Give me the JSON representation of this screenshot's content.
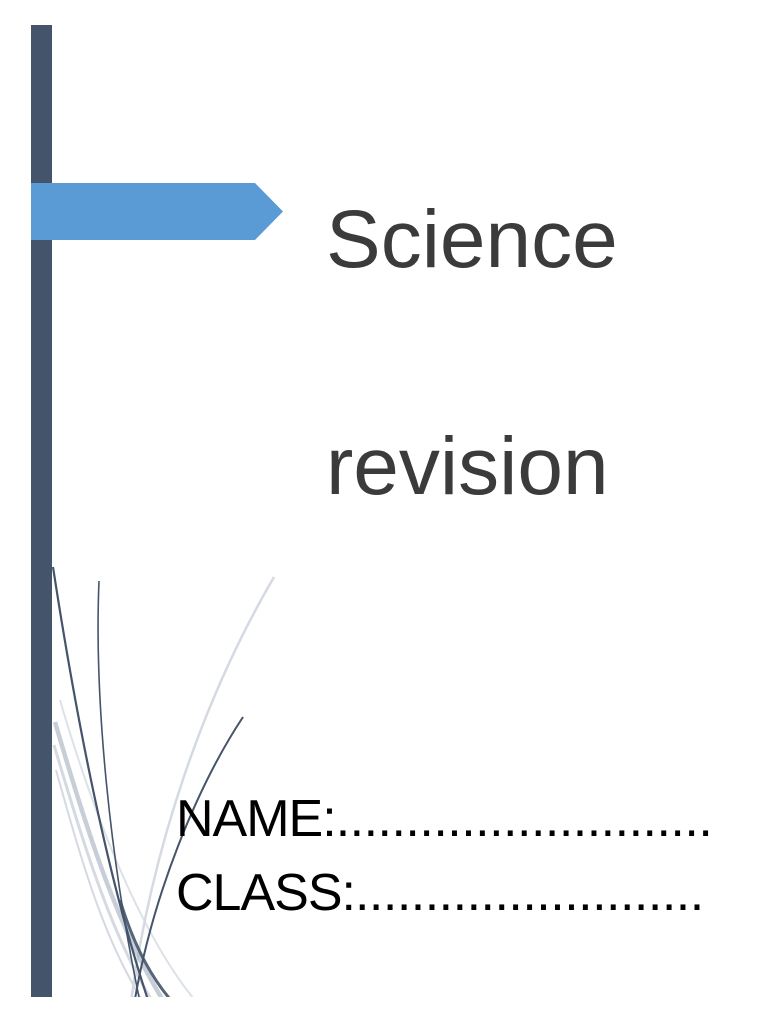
{
  "cover": {
    "title_line1": "Science",
    "title_line2": "revision",
    "name_label": "NAME:",
    "name_dots": "...........................",
    "class_label": "CLASS:",
    "class_dots": "........................."
  },
  "colors": {
    "bar": "#44546A",
    "arrow": "#5B9BD5",
    "title_text": "#3B3B3B",
    "body_text": "#000000",
    "ornament_dark": "#44546A",
    "ornament_mid": "#9AA5B8",
    "ornament_light": "#D5DAE2",
    "page_bg": "#FFFFFF"
  }
}
